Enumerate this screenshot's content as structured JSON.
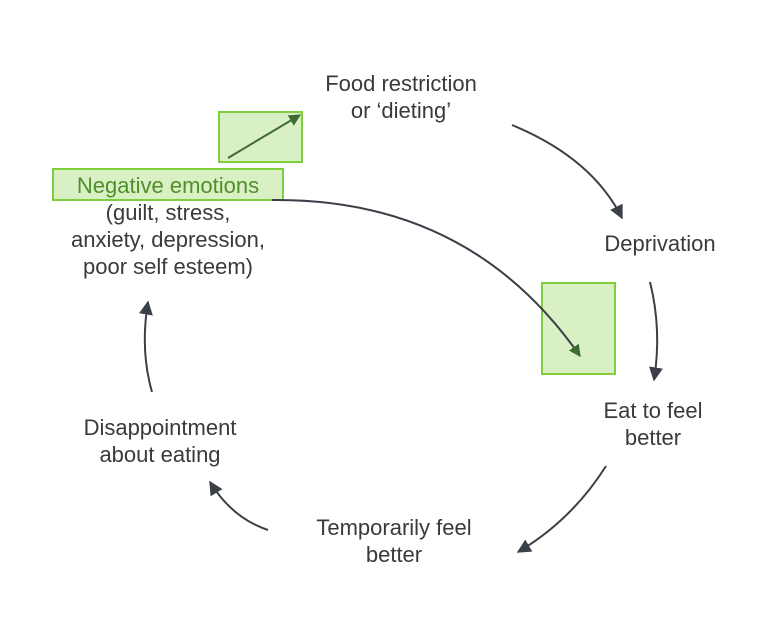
{
  "diagram": {
    "nodes": {
      "food_restriction": {
        "lines": [
          "Food restriction",
          "or ‘dieting’"
        ]
      },
      "deprivation": {
        "lines": [
          "Deprivation"
        ]
      },
      "eat_to_feel_better": {
        "lines": [
          "Eat to feel",
          "better"
        ]
      },
      "temporarily_feel_better": {
        "lines": [
          "Temporarily feel",
          "better"
        ]
      },
      "disappointment": {
        "lines": [
          "Disappointment",
          "about eating"
        ]
      },
      "negative_emotions": {
        "title": "Negative emotions",
        "lines": [
          "(guilt, stress,",
          "anxiety, depression,",
          "poor self esteem)"
        ]
      }
    },
    "colors": {
      "text": "#3a3a3a",
      "arrow": "#3b3f48",
      "highlight_fill": "#d9efc4",
      "highlight_border": "#7fcf3d",
      "highlight_arrow": "#3e6b30",
      "highlight_text": "#4f8f2b"
    }
  }
}
